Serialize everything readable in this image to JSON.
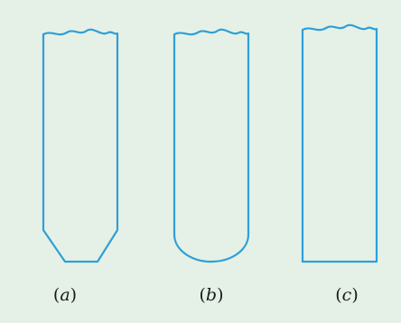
{
  "figure": {
    "stroke_color": "#2f9fd8",
    "background": "#e5f1e6",
    "panels": [
      {
        "id": "a",
        "letter": "a",
        "shape": "chamfered-bottom"
      },
      {
        "id": "b",
        "letter": "b",
        "shape": "rounded-bottom"
      },
      {
        "id": "c",
        "letter": "c",
        "shape": "flat-bottom"
      }
    ]
  }
}
